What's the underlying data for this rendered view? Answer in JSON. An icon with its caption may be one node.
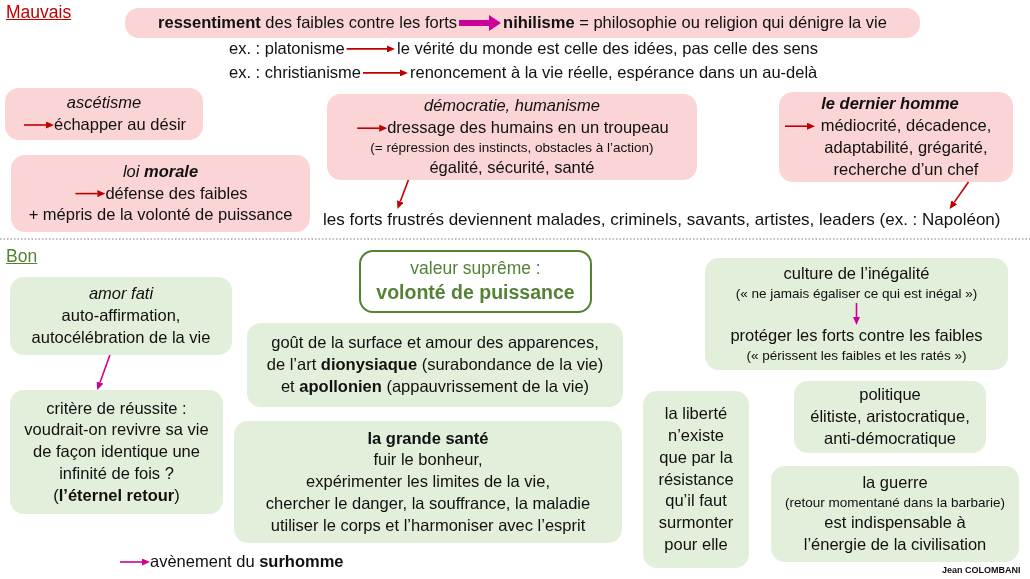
{
  "diagram": {
    "nodes": [
      {
        "text": [],
        "shape": "box"
      },
      {
        "text": [
          "**ressentiment** des faibles contre les forts"
        ],
        "in": 0
      },
      {
        "text": [
          "**nihilisme** = philosophie ou religion qui dénigre la vie"
        ],
        "in": 0
      },
      {
        "text": [
          "ex. : platonisme"
        ]
      },
      {
        "text": [
          "le vérité du monde est celle des idées, pas celle des sens"
        ]
      },
      {
        "text": [
          "ex. : christianisme"
        ]
      },
      {
        "text": [
          "renoncement à la vie réelle, espérance dans un au-delà"
        ]
      },
      {
        "text": [
          "ascétisme"
        ]
      },
      {
        "text": [
          "échapper au désir"
        ],
        "in": 7
      },
      {
        "text": [
          "démocratie, humanisme",
          "(= répression des instincts, obstacles à l’action)",
          "égalité, sécurité, santé"
        ]
      },
      {
        "text": [
          "dressage des humains en un troupeau"
        ],
        "in": 9
      },
      {
        "text": [
          "le dernier homme"
        ]
      },
      {
        "text": [
          "médiocrité, décadence, adaptabilité, grégarité, recherche d’un chef"
        ],
        "in": 11
      },
      {
        "text": [
          "loi **morale**",
          "+ mépris de la volonté de puissance"
        ]
      },
      {
        "text": [
          "défense des faibles"
        ],
        "in": 13
      },
      {
        "text": [
          "les forts frustrés deviennent malades, criminels, savants, artistes, leaders (ex. : Napoléon)"
        ]
      },
      {
        "text": [
          "valeur suprême :",
          "volonté de puissance"
        ]
      },
      {
        "text": [],
        "shape": "box"
      },
      {
        "text": [
          "culture de l’inégalité",
          "(« ne jamais égaliser ce qui est inégal »)"
        ],
        "in": 17
      },
      {
        "text": [
          "protéger les forts contre les faibles",
          "(« périssent les faibles et les ratés »)"
        ],
        "in": 17
      },
      {
        "text": [
          "amor fati",
          "auto-affirmation, autocélébration de la vie"
        ]
      },
      {
        "text": [
          "goût de la surface et amour des apparences, de l’art **dionysiaque** (surabondance de la vie) et **apollonien** (appauvrissement de la vie)"
        ]
      },
      {
        "text": [
          "politique",
          "élitiste, aristocratique, anti-démocratique"
        ]
      },
      {
        "text": [
          "critère de réussite :",
          "voudrait-on revivre sa vie de façon identique une infinité de fois ?",
          "(**l’éternel retour**)"
        ]
      },
      {
        "text": [
          "la liberté n’existe que par la résistance qu’il faut surmonter pour elle"
        ]
      },
      {
        "text": [
          "la grande santé",
          "fuir le bonheur,",
          "expérimenter les limites de la vie,",
          "chercher le danger, la souffrance, la maladie",
          "utiliser le corps et l’harmoniser avec l’esprit"
        ]
      },
      {
        "text": [
          "la guerre",
          "(retour momentané dans la barbarie)",
          "est indispensable à l’énergie de la civilisation"
        ]
      },
      {
        "text": [
          "avènement du **surhomme**"
        ]
      }
    ],
    "edges": [
      {
        "from": 1,
        "to": 2,
        "arrow": "to",
        "style": "thick",
        "color": "#cc0099"
      },
      {
        "from": 3,
        "to": 4,
        "arrow": "to"
      },
      {
        "from": 5,
        "to": 6,
        "arrow": "to"
      },
      {
        "from": null,
        "to": 8,
        "arrow": "to"
      },
      {
        "from": null,
        "to": 10,
        "arrow": "to"
      },
      {
        "from": null,
        "to": 12,
        "arrow": "to"
      },
      {
        "from": null,
        "to": 14,
        "arrow": "to"
      },
      {
        "from": 9,
        "to": 15,
        "arrow": "to"
      },
      {
        "from": 11,
        "to": 15,
        "arrow": "to"
      },
      {
        "from": 18,
        "to": 19,
        "arrow": "to",
        "color": "#cc0099"
      },
      {
        "from": 20,
        "to": 23,
        "arrow": "to",
        "color": "#cc0099"
      },
      {
        "from": null,
        "to": 27,
        "arrow": "to",
        "color": "#cc0099"
      }
    ],
    "labels": [
      "Mauvais",
      "Bon",
      "Jean COLOMBANI"
    ]
  }
}
